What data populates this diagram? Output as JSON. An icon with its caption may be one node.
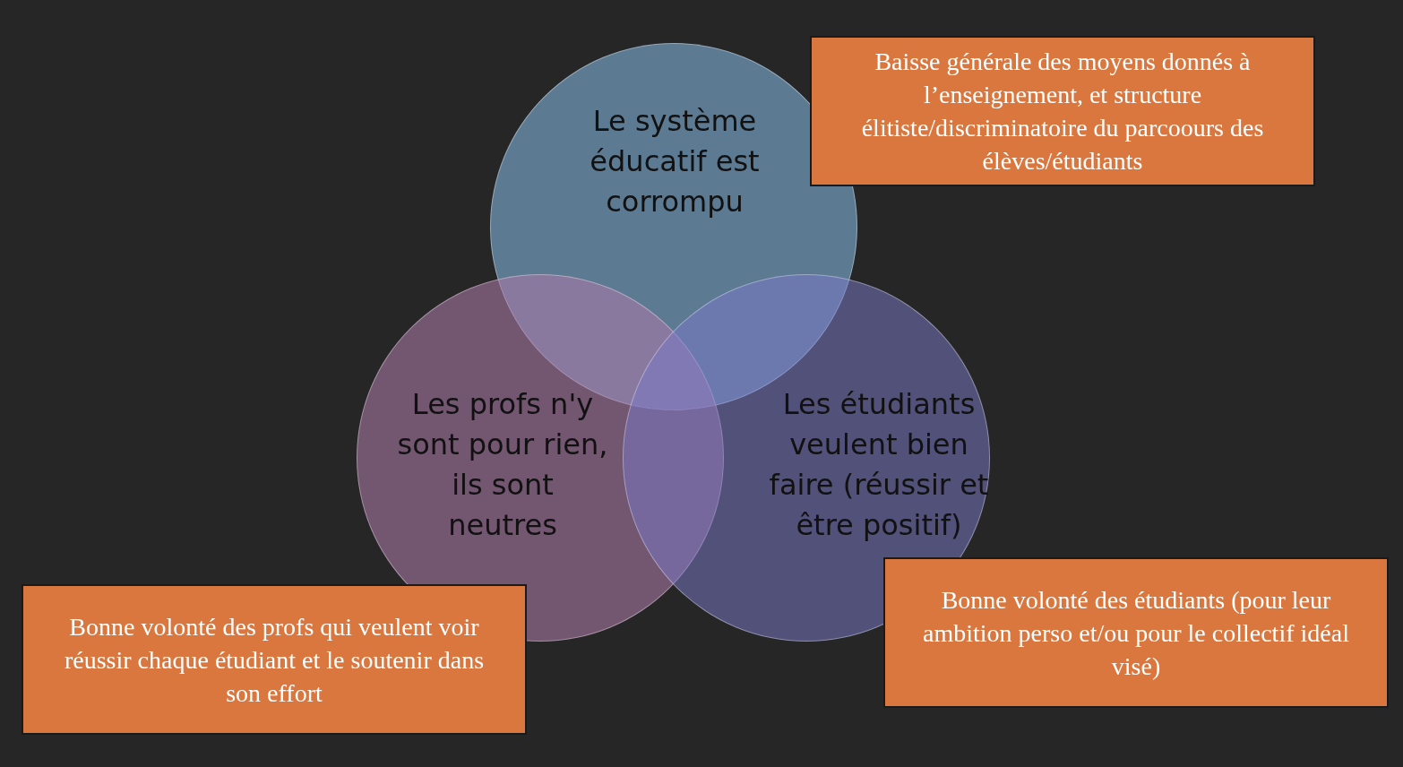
{
  "diagram": {
    "nodes": [
      {
        "text": [
          "Le système éducatif est corrompu"
        ]
      },
      {
        "text": [
          "Baisse générale des moyens donnés à l’enseignement, et structure élitiste/discriminatoire du parcoours des élèves/étudiants"
        ]
      },
      {
        "text": [
          "Les profs n'y sont pour rien, ils sont neutres"
        ]
      },
      {
        "text": [
          "Les étudiants veulent bien faire (réussir et être positif)"
        ]
      },
      {
        "text": [
          "Bonne volonté des profs qui veulent voir réussir chaque étudiant et le soutenir dans son effort"
        ]
      },
      {
        "text": [
          "Bonne volonté des étudiants (pour leur ambition perso et/ou pour le collectif idéal visé)"
        ]
      }
    ],
    "edges": []
  }
}
